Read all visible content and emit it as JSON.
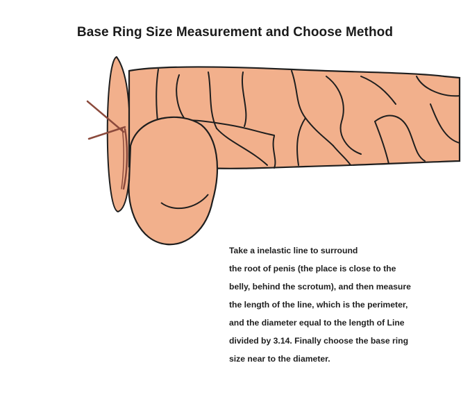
{
  "title": "Base Ring Size Measurement and Choose Method",
  "instructions": [
    "Take a inelastic line to surround",
    "the root of penis (the place is close to the",
    "belly, behind the scrotum), and then measure",
    "the length of the line, which is the perimeter,",
    "and the diameter equal to the length of Line",
    "divided by 3.14. Finally choose the base ring",
    "size near to the diameter."
  ],
  "colors": {
    "skin": "#f2b08c",
    "outline": "#1e1e1e",
    "cord": "#8b4a3c",
    "text": "#1f1f1f"
  }
}
